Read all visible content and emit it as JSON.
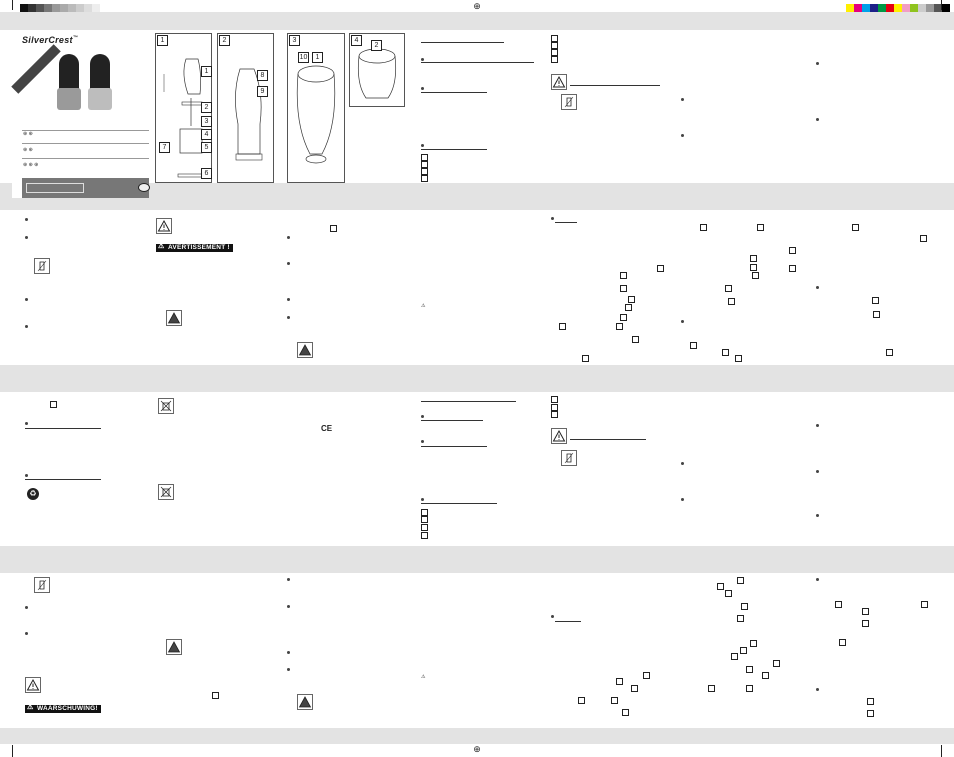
{
  "cover": {
    "brand": "SilverCrest",
    "brand_tm": "™",
    "lang_rows": [
      "⊕ ⊕",
      "⊕ ⊕",
      "⊕ ⊕ ⊕"
    ]
  },
  "figures": {
    "panel_numbers": [
      "1",
      "2",
      "3",
      "4"
    ],
    "callouts": [
      "1",
      "2",
      "3",
      "4",
      "5",
      "6",
      "7",
      "8",
      "9",
      "10",
      "1",
      "2"
    ]
  },
  "warnings": {
    "fr_label": "AVERTISSEMENT !",
    "nl_label": "WAARSCHUWING!"
  },
  "marks": {
    "ce": "CE"
  },
  "colors": {
    "band": "#e3e3e3",
    "colorbar_left": [
      "#111111",
      "#333333",
      "#555555",
      "#777777",
      "#999999",
      "#aaaaaa",
      "#bbbbbb",
      "#cccccc",
      "#dddddd",
      "#eeeeee"
    ],
    "colorbar_right": [
      "#ffef00",
      "#e6007e",
      "#00a0e9",
      "#1d2088",
      "#009944",
      "#e60012",
      "#fff100",
      "#f29ec4",
      "#8fc31f",
      "#cccccc",
      "#999999",
      "#555555",
      "#000000"
    ]
  },
  "icons": [
    "warning-triangle-icon",
    "pepper-mill-icon",
    "recycle-icon",
    "weee-bin-icon",
    "crosshair-icon",
    "battery-icon"
  ]
}
